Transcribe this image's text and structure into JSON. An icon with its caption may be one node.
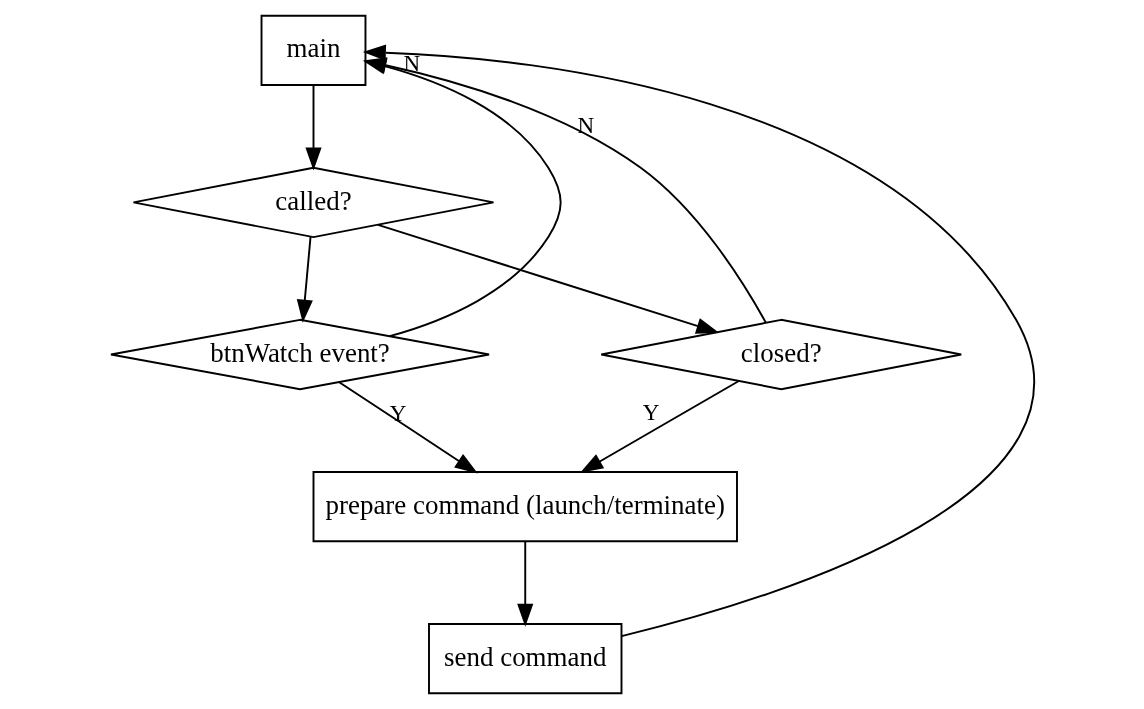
{
  "diagram": {
    "nodes": [
      {
        "text": [
          "main"
        ]
      },
      {
        "text": [
          "called?"
        ]
      },
      {
        "text": [
          "btnWatch event?"
        ]
      },
      {
        "text": [
          "closed?"
        ]
      },
      {
        "text": [
          "prepare command (launch/terminate)"
        ]
      },
      {
        "text": [
          "send command"
        ]
      }
    ],
    "edges": [
      {
        "from": 0,
        "to": 1,
        "arrow": "to"
      },
      {
        "from": 1,
        "to": 2,
        "arrow": "to"
      },
      {
        "from": 1,
        "to": 3,
        "arrow": "to"
      },
      {
        "from": 2,
        "to": 0,
        "arrow": "to",
        "label": "N"
      },
      {
        "from": 2,
        "to": 4,
        "arrow": "to",
        "label": "Y"
      },
      {
        "from": 3,
        "to": 4,
        "arrow": "to",
        "label": "Y"
      },
      {
        "from": 3,
        "to": 0,
        "arrow": "to",
        "label": "N"
      },
      {
        "from": 4,
        "to": 5,
        "arrow": "to"
      },
      {
        "from": 5,
        "to": 0,
        "arrow": "to"
      }
    ]
  }
}
